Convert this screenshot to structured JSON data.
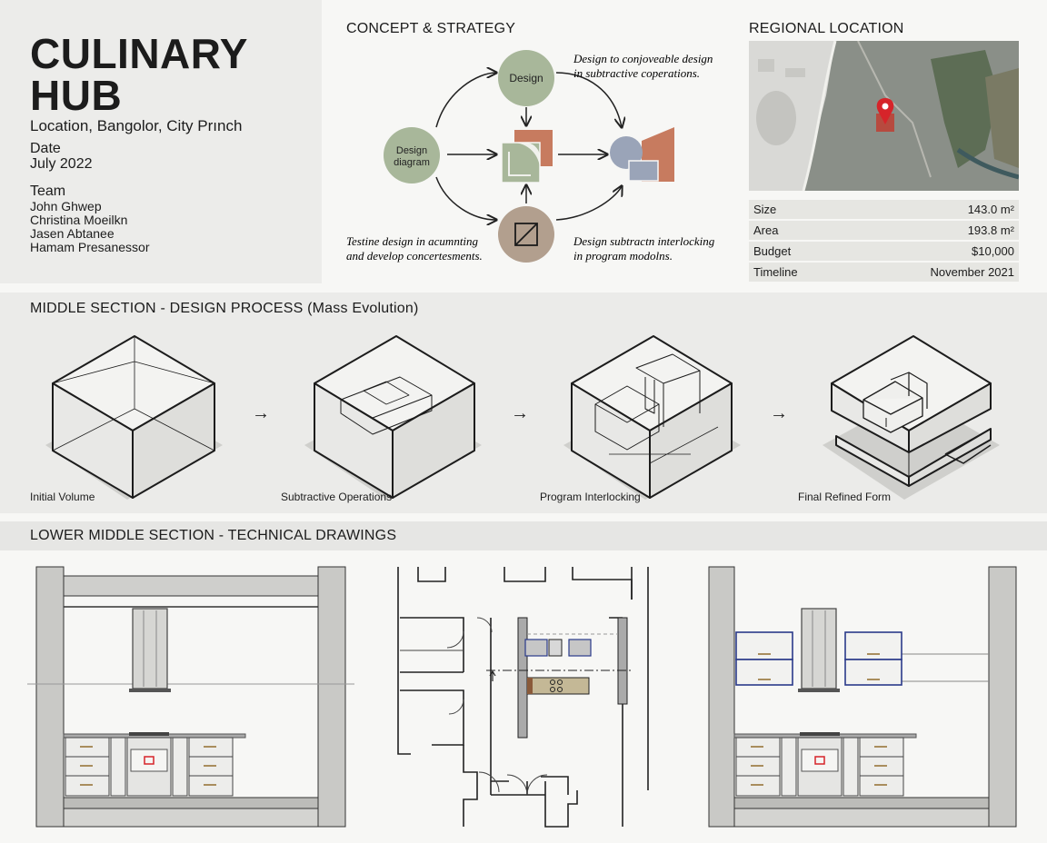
{
  "project": {
    "title_line1": "CULINARY",
    "title_line2": "HUB",
    "location": "Location, Bangolor, City Prınch",
    "date_label": "Date",
    "date_value": "July 2022",
    "team_label": "Team",
    "team": [
      "John Ghwep",
      "Christina Moeilkn",
      "Jasen Abtanee",
      "Hamam Presanessor"
    ]
  },
  "concept": {
    "heading": "CONCEPT & STRATEGY",
    "nodes": {
      "design": "Design",
      "diagram_line1": "Design",
      "diagram_line2": "diagram"
    },
    "notes": {
      "top_right_line1": "Design to conjoveable design",
      "top_right_line2": "in subtractive coperations.",
      "bottom_left_line1": "Testine design in acumnting",
      "bottom_left_line2": "and develop concertesments.",
      "bottom_right_line1": "Design subtractn interlocking",
      "bottom_right_line2": "in program modolns."
    },
    "colors": {
      "green": "#a8b79a",
      "taupe": "#b29f8e",
      "terracotta": "#c77b5f",
      "slate": "#9aa4b8"
    }
  },
  "regional": {
    "heading": "REGIONAL LOCATION",
    "map_icon": "location-pin-icon",
    "facts": [
      {
        "label": "Size",
        "value": "143.0 m²"
      },
      {
        "label": "Area",
        "value": "193.8 m²"
      },
      {
        "label": "Budget",
        "value": "$10,000"
      },
      {
        "label": "Timeline",
        "value": "November 2021"
      }
    ]
  },
  "process": {
    "heading_bold": "MIDDLE SECTION - DESIGN PROCESS",
    "heading_rest": "(Mass Evolution)",
    "arrow": "→",
    "stages": [
      "Initial Volume",
      "Subtractive Operations",
      "Program Interlocking",
      "Final Refined Form"
    ]
  },
  "technical": {
    "heading": "LOWER MIDDLE SECTION - TECHNICAL DRAWINGS",
    "drawings": [
      "section-drawing-left",
      "floor-plan",
      "section-drawing-right"
    ]
  }
}
